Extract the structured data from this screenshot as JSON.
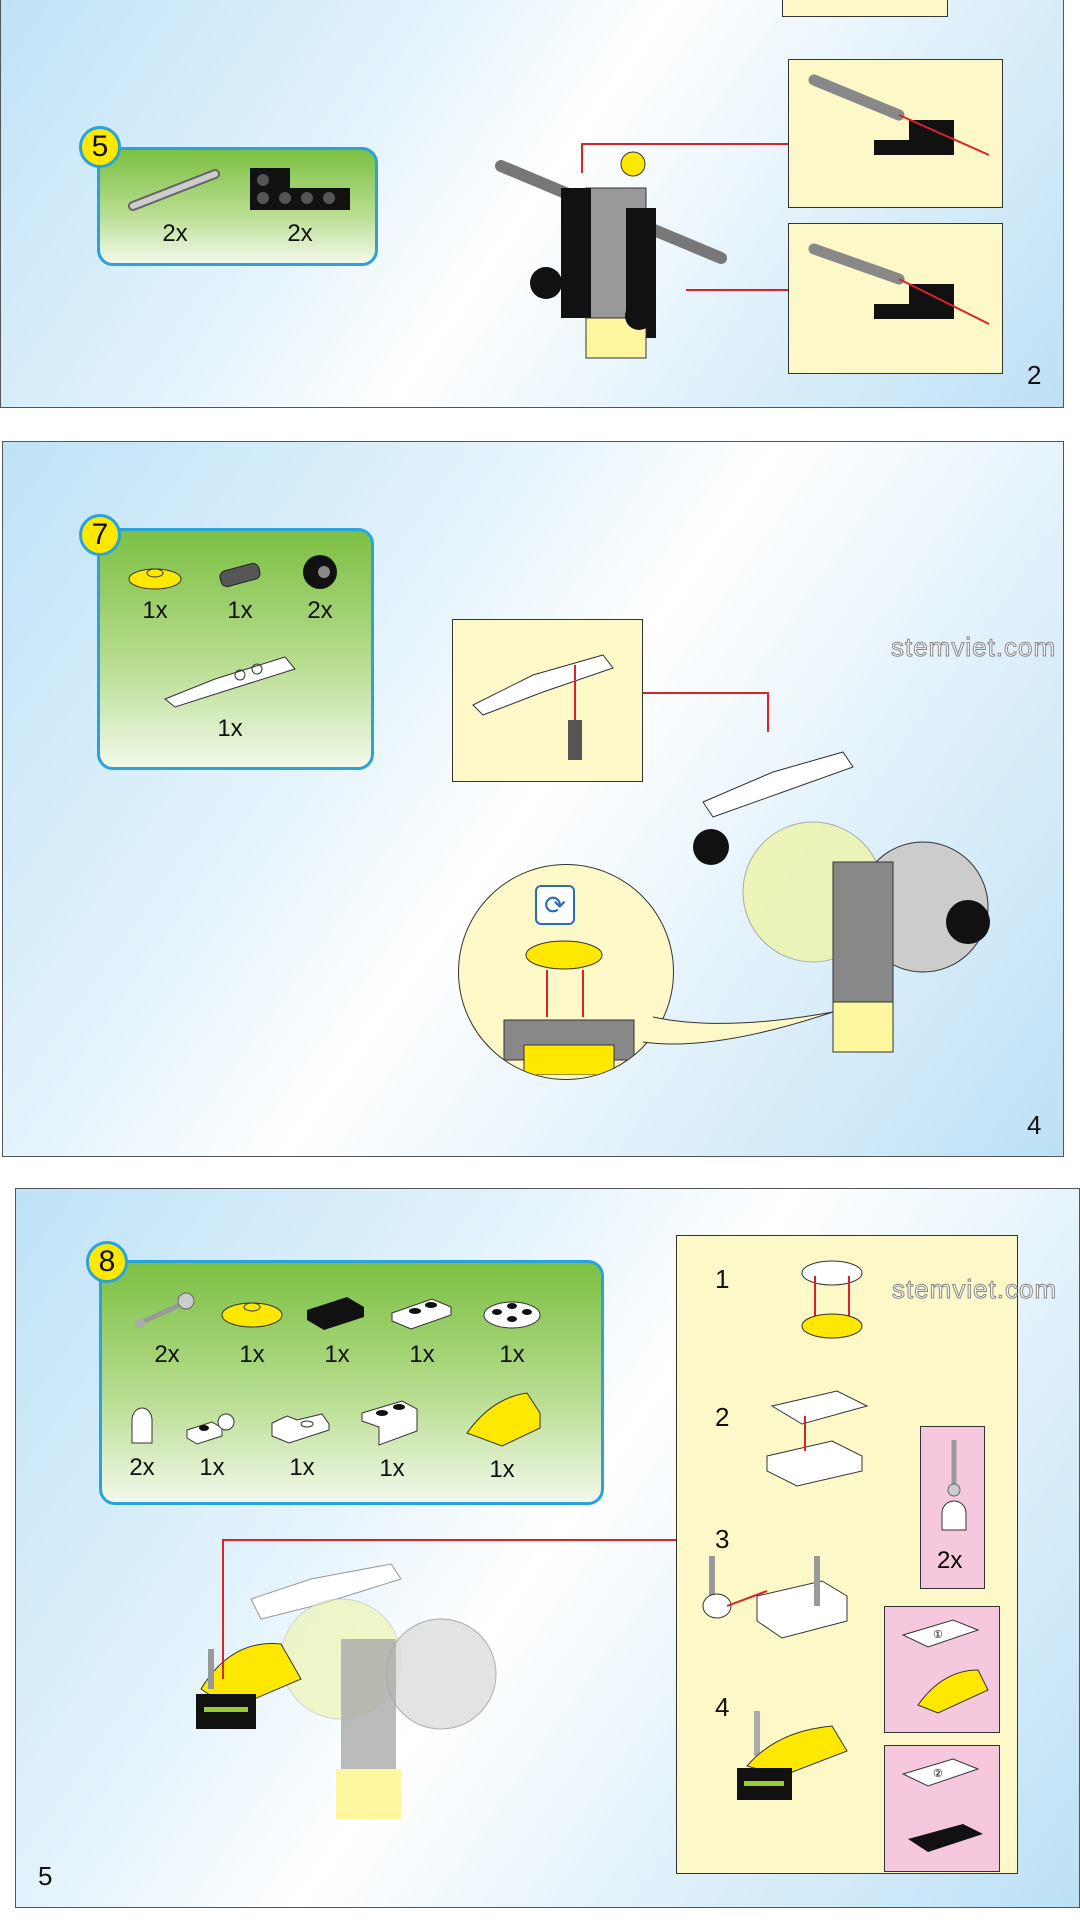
{
  "watermark": "stemviet.com",
  "colors": {
    "accent_border": "#2aa3dc",
    "badge": "#ffe800",
    "callout": "#fdf8c8",
    "pink_callout": "#f6c8de",
    "arrow": "#d8232a"
  },
  "pages": [
    {
      "page_number": "2",
      "step": {
        "number": "5",
        "parts": [
          {
            "icon": "axle-icon",
            "qty": "2x"
          },
          {
            "icon": "black-beam-icon",
            "qty": "2x"
          }
        ]
      }
    },
    {
      "page_number": "4",
      "step": {
        "number": "7",
        "parts": [
          {
            "icon": "yellow-round-plate-icon",
            "qty": "1x"
          },
          {
            "icon": "gray-pin-icon",
            "qty": "1x"
          },
          {
            "icon": "black-wheel-icon",
            "qty": "2x"
          },
          {
            "icon": "white-beam-connector-icon",
            "qty": "1x"
          }
        ]
      },
      "rotate_icon": "rotate-icon"
    },
    {
      "page_number": "5",
      "step": {
        "number": "8",
        "parts": [
          {
            "icon": "antenna-bar-icon",
            "qty": "2x"
          },
          {
            "icon": "yellow-round-plate-icon",
            "qty": "1x"
          },
          {
            "icon": "black-tile-icon",
            "qty": "1x"
          },
          {
            "icon": "white-plate-1x2-icon",
            "qty": "1x"
          },
          {
            "icon": "white-round-plate-icon",
            "qty": "1x"
          },
          {
            "icon": "white-dome-icon",
            "qty": "2x"
          },
          {
            "icon": "white-clip-plate-icon",
            "qty": "1x"
          },
          {
            "icon": "white-hinge-plate-icon",
            "qty": "1x"
          },
          {
            "icon": "white-bracket-icon",
            "qty": "1x"
          },
          {
            "icon": "yellow-slope-icon",
            "qty": "1x"
          }
        ]
      },
      "substeps": [
        "1",
        "2",
        "3",
        "4"
      ],
      "sub_callout_qty": "2x",
      "sticker_labels": [
        "①",
        "②"
      ]
    }
  ]
}
